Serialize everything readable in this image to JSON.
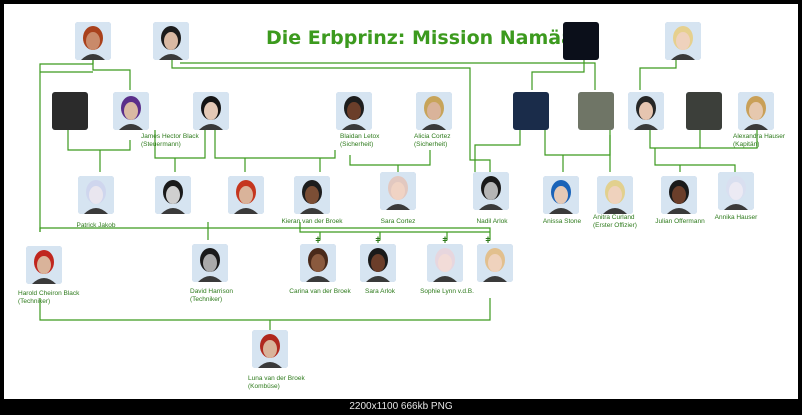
{
  "title": "Die Erbprinz: Mission Namäa",
  "footer": "2200x1100 666kb PNG",
  "people": [
    {
      "id": "p_fox",
      "name": "",
      "role": ""
    },
    {
      "id": "p_blackhair_f",
      "name": "",
      "role": ""
    },
    {
      "id": "p_dark_pc",
      "name": "",
      "role": ""
    },
    {
      "id": "p_blonde_f",
      "name": "",
      "role": ""
    },
    {
      "id": "p_dark_screen",
      "name": "",
      "role": ""
    },
    {
      "id": "p_james",
      "name": "James Hector Black",
      "role": "(Steuermann)"
    },
    {
      "id": "p_bob_f",
      "name": "",
      "role": ""
    },
    {
      "id": "p_blaidan",
      "name": "Blaidan Letox",
      "role": "(Sicherheit)"
    },
    {
      "id": "p_alicia",
      "name": "Alicia Cortez",
      "role": "(Sicherheit)"
    },
    {
      "id": "p_blue_alien",
      "name": "",
      "role": ""
    },
    {
      "id": "p_longhair",
      "name": "",
      "role": ""
    },
    {
      "id": "p_elf",
      "name": "",
      "role": ""
    },
    {
      "id": "p_dark_m",
      "name": "",
      "role": ""
    },
    {
      "id": "p_alexandra",
      "name": "Alexandra Hauser",
      "role": "(Kapitän)"
    },
    {
      "id": "p_patrick",
      "name": "Patrick Jakob",
      "role": ""
    },
    {
      "id": "p_blackhair_m",
      "name": "",
      "role": ""
    },
    {
      "id": "p_redhair_m",
      "name": "",
      "role": ""
    },
    {
      "id": "p_kieran",
      "name": "Kieran van der Broek",
      "role": ""
    },
    {
      "id": "p_sara_c",
      "name": "Sara Cortez",
      "role": ""
    },
    {
      "id": "p_nadil",
      "name": "Nadil Arlok",
      "role": ""
    },
    {
      "id": "p_anissa",
      "name": "Anissa Stone",
      "role": ""
    },
    {
      "id": "p_anitra",
      "name": "Anitra Curland",
      "role": "(Erster Offizier)"
    },
    {
      "id": "p_julian",
      "name": "Julian Offermann",
      "role": ""
    },
    {
      "id": "p_annika",
      "name": "Annika Hauser",
      "role": ""
    },
    {
      "id": "p_harold",
      "name": "Harold Cheiron Black",
      "role": "(Techniker)"
    },
    {
      "id": "p_david",
      "name": "David Harrison",
      "role": "(Techniker)"
    },
    {
      "id": "p_carina",
      "name": "Carina van der Broek",
      "role": ""
    },
    {
      "id": "p_sara_a",
      "name": "Sara Arlok",
      "role": ""
    },
    {
      "id": "p_sophie",
      "name": "Sophie Lynn v.d.B.",
      "role": ""
    },
    {
      "id": "p_blonde_wife",
      "name": "",
      "role": ""
    },
    {
      "id": "p_luna",
      "name": "Luna van der Broek",
      "role": "(Kombüse)"
    }
  ],
  "divorce_marks": [
    "ǂ",
    "ǂ",
    "ǂ",
    "ǂ"
  ],
  "colors": {
    "line": "#3c9a1e",
    "text": "#2d7a1b",
    "frame": "#b7c7d9"
  }
}
